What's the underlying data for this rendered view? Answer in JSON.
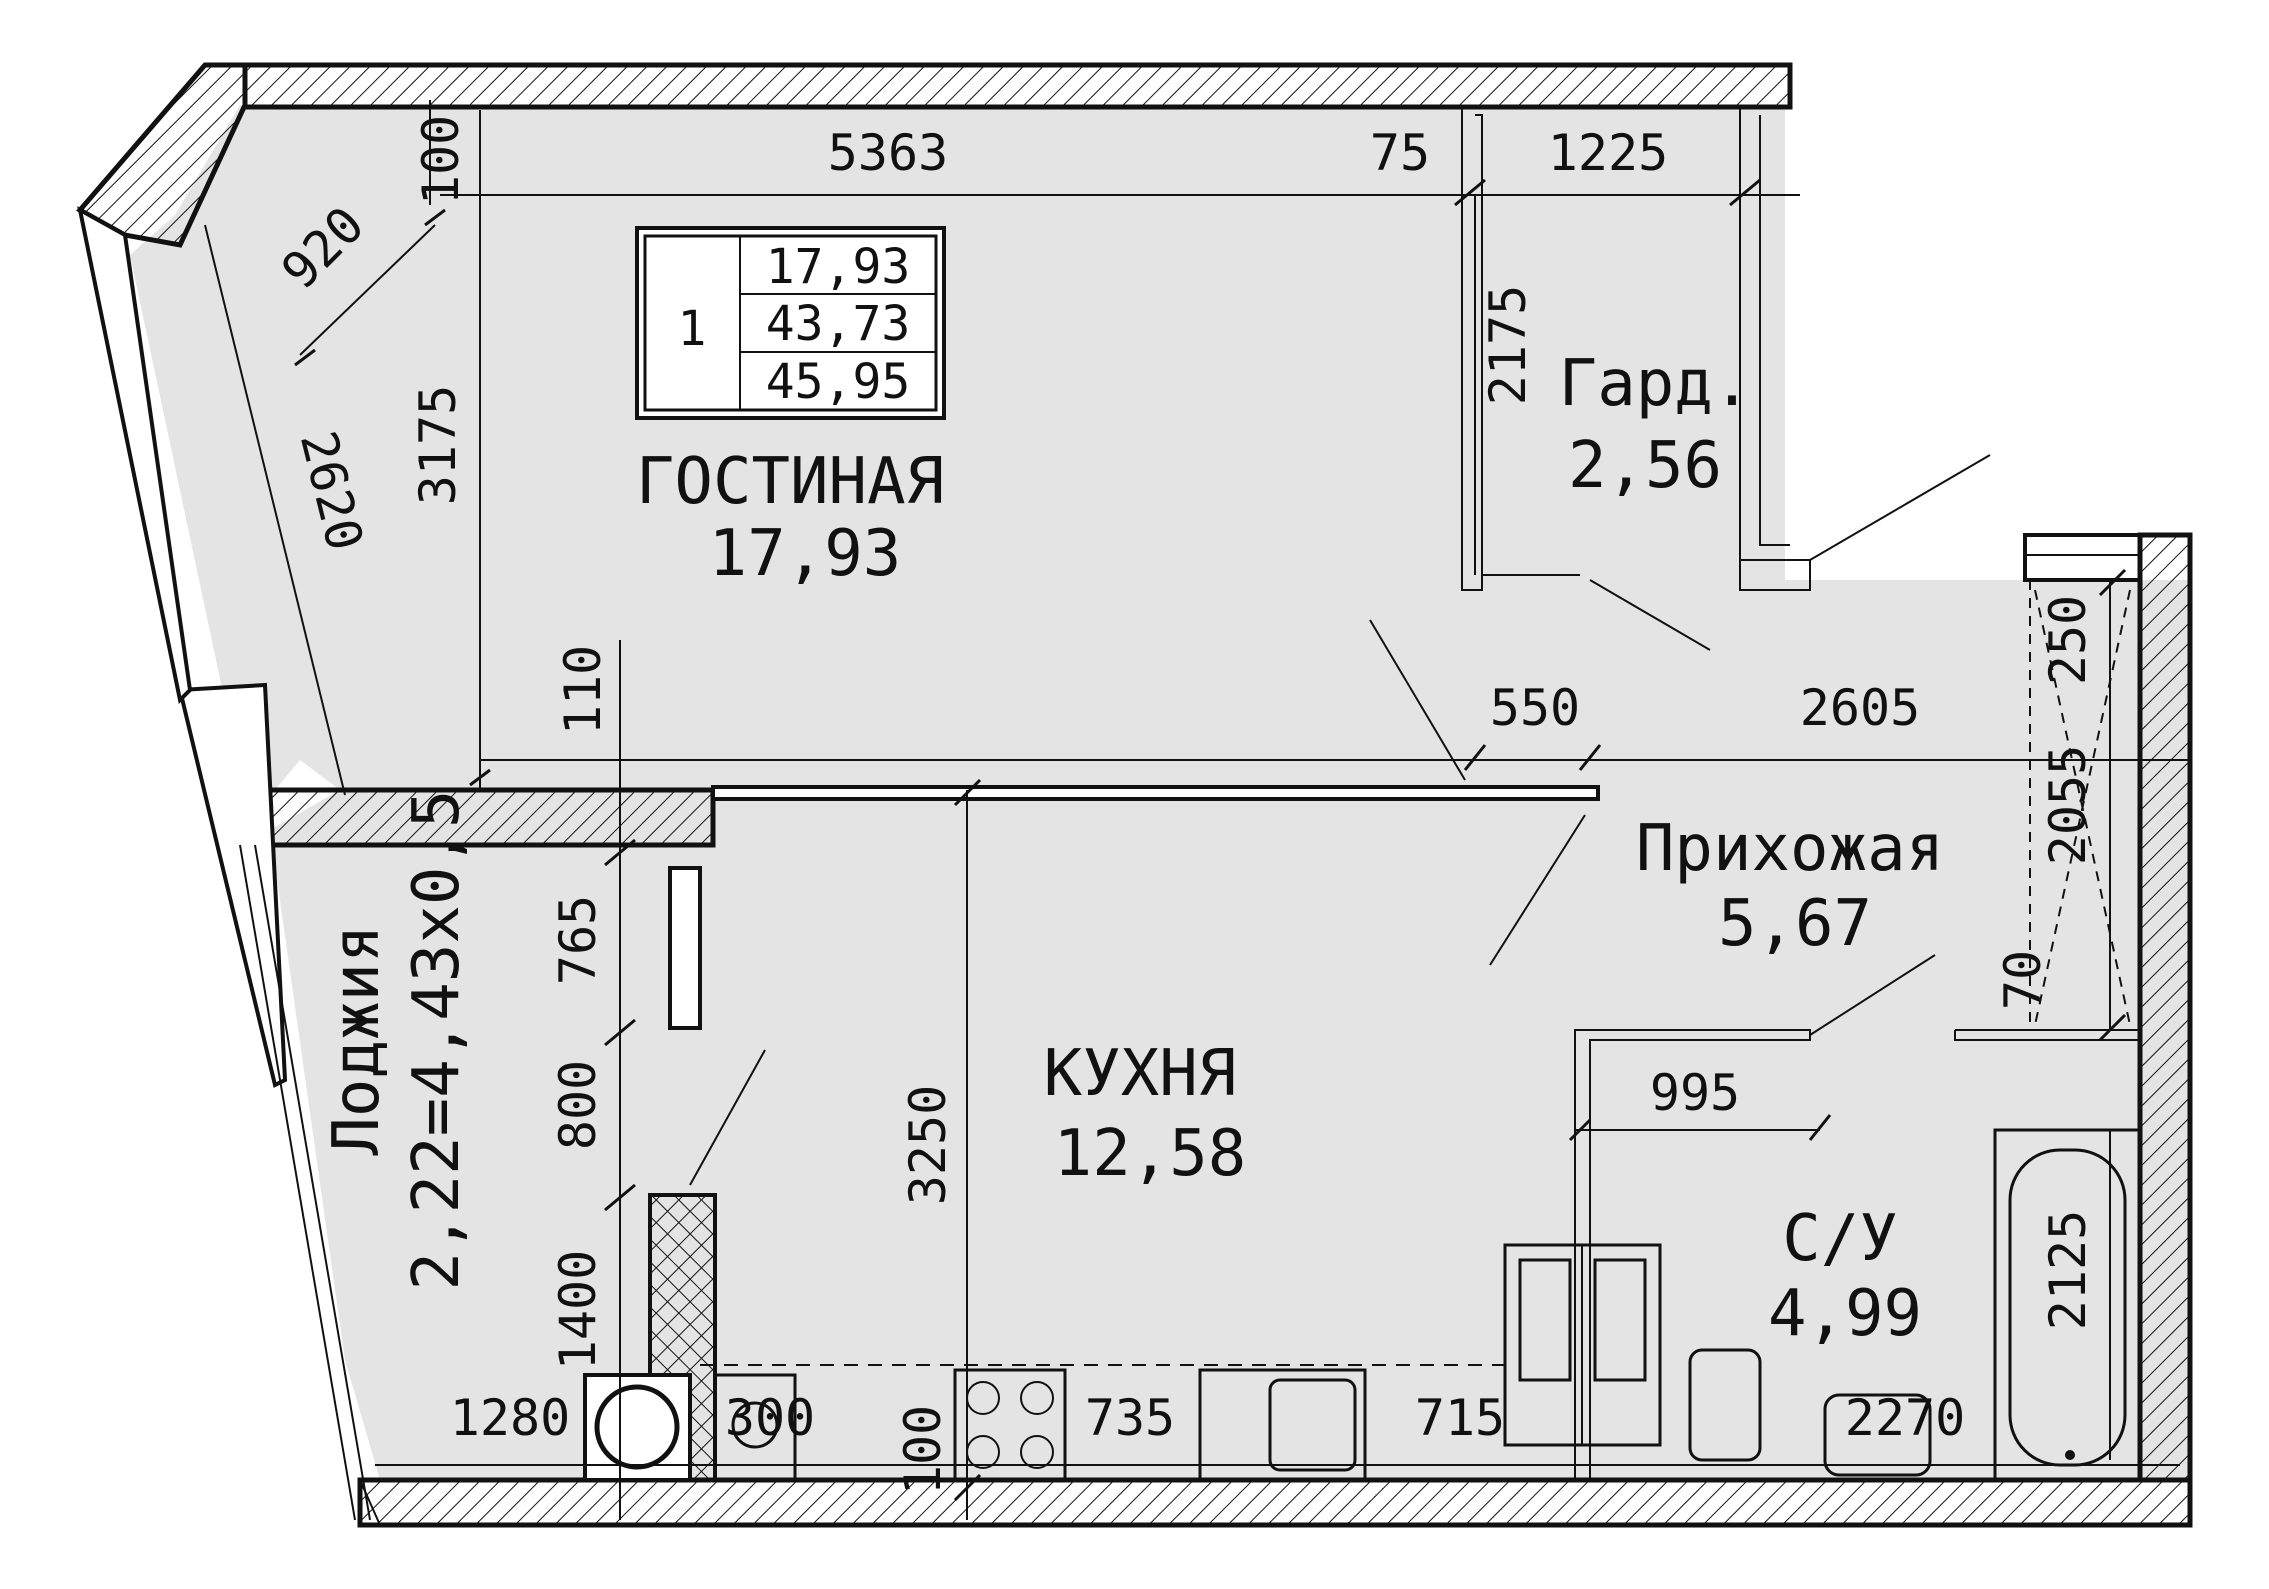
{
  "apartment": {
    "rooms_count": "1",
    "living_area": "17,93",
    "total_area": "43,73",
    "total_area_with_loggia": "45,95"
  },
  "rooms": {
    "living": {
      "name": "ГОСТИНАЯ",
      "area": "17,93"
    },
    "wardrobe": {
      "name": "Гард.",
      "area": "2,56"
    },
    "hallway": {
      "name": "Прихожая",
      "area": "5,67"
    },
    "kitchen": {
      "name": "КУХНЯ",
      "area": "12,58"
    },
    "bathroom": {
      "name": "С/У",
      "area": "4,99"
    },
    "loggia": {
      "name": "Лоджия",
      "area": "2,22=4,43x0,5"
    }
  },
  "dimensions": {
    "d5363": "5363",
    "d75": "75",
    "d1225": "1225",
    "d100top": "100",
    "d920": "920",
    "d2620": "2620",
    "d3175": "3175",
    "d2175": "2175",
    "d110": "110",
    "d550": "550",
    "d2605": "2605",
    "d250": "250",
    "d2055": "2055",
    "d70": "70",
    "d765": "765",
    "d800": "800",
    "d3250": "3250",
    "d995": "995",
    "d1400": "1400",
    "d1280": "1280",
    "d300": "300",
    "d100bottom": "100",
    "d735": "735",
    "d715": "715",
    "d2270": "2270",
    "d2125": "2125"
  },
  "colors": {
    "floor": "#e4e4e4",
    "line": "#111111",
    "wall_fill": "#ffffff"
  }
}
